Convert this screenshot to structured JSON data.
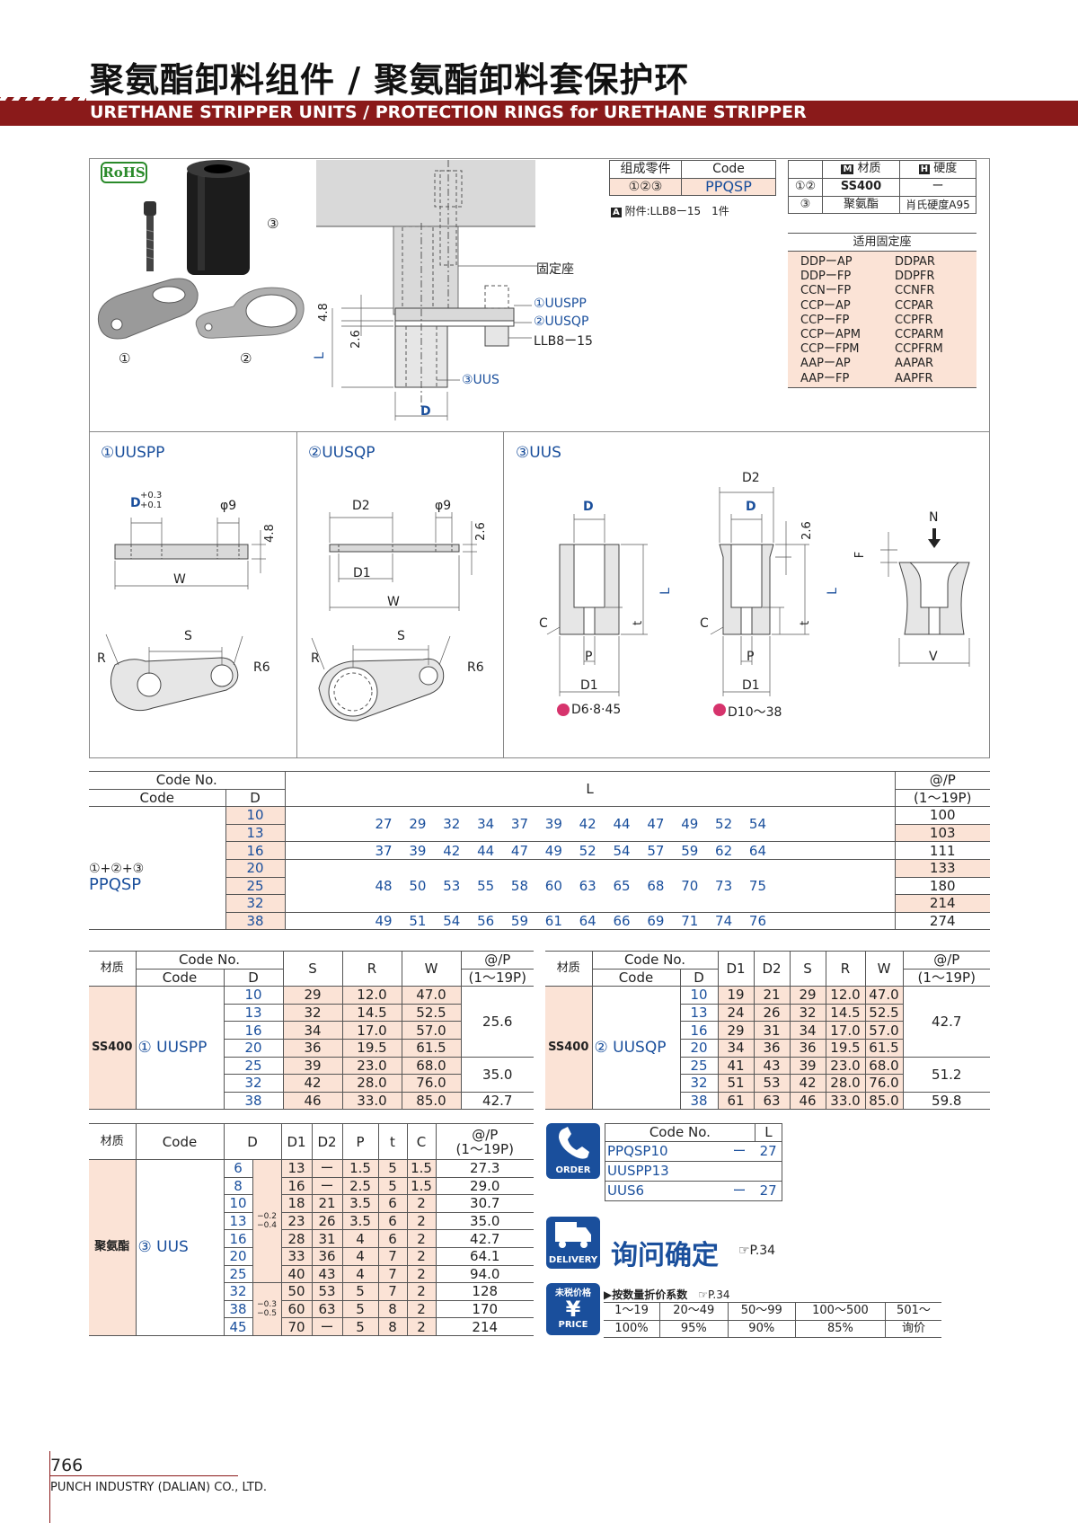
{
  "header": {
    "title_cn": "聚氨酯卸料组件 / 聚氨酯卸料套保护环",
    "title_en": "URETHANE STRIPPER UNITS / PROTECTION RINGS for URETHANE STRIPPER"
  },
  "top": {
    "rohs": "RoHS",
    "photo_labels": [
      "③",
      "①",
      "②"
    ],
    "assembly_labels": {
      "base": "固定座",
      "p1": "①UUSPP",
      "p2": "②UUSQP",
      "bolt": "LLB8ー15",
      "p3": "③UUS",
      "dim_48": "4.8",
      "dim_26": "2.6",
      "dim_L": "L",
      "dim_D": "D"
    },
    "component_table": {
      "h1": "组成零件",
      "h2": "Code",
      "parts": "①②③",
      "code": "PPQSP",
      "note_icon": "A",
      "note": "附件:LLB8ー15　1件"
    },
    "material_table": {
      "h_m_icon": "M",
      "h_m": "材质",
      "h_h_icon": "H",
      "h_h": "硬度",
      "rows": [
        {
          "part": "①②",
          "mat": "SS400",
          "hard": "ー"
        },
        {
          "part": "③",
          "mat": "聚氨酯",
          "hard": "肖氏硬度A95"
        }
      ]
    },
    "base_table": {
      "title": "适用固定座",
      "left": [
        "DDPーAP",
        "DDPーFP",
        "CCNーFP",
        "CCPーAP",
        "CCPーFP",
        "CCPーAPM",
        "CCPーFPM",
        "AAPーAP",
        "AAPーFP"
      ],
      "right": [
        "DDPAR",
        "DDPFR",
        "CCNFR",
        "CCPAR",
        "CCPFR",
        "CCPARM",
        "CCPFRM",
        "AAPAR",
        "AAPFR"
      ]
    }
  },
  "drawings": {
    "uuspp": {
      "title": "①UUSPP",
      "D": "D",
      "tol_up": "+0.3",
      "tol_dn": "+0.1",
      "phi9": "φ9",
      "h": "4.8",
      "W": "W",
      "S": "S",
      "R": "R",
      "R6": "R6"
    },
    "uusqp": {
      "title": "②UUSQP",
      "D2": "D2",
      "D1": "D1",
      "phi9": "φ9",
      "h": "2.6",
      "W": "W",
      "S": "S",
      "R": "R",
      "R6": "R6"
    },
    "uus": {
      "title": "③UUS",
      "D": "D",
      "D2": "D2",
      "D1": "D1",
      "L": "L",
      "C": "C",
      "P": "P",
      "t": "t",
      "F": "F",
      "N": "N",
      "V": "V",
      "h": "2.6",
      "note1": "D6·8·45",
      "note2": "D10～38"
    }
  },
  "main_table": {
    "h_codeno": "Code No.",
    "h_code": "Code",
    "h_D": "D",
    "h_L": "L",
    "h_price": "@/P",
    "h_price2": "(1～19P)",
    "label1": "①+②+③",
    "label2": "PPQSP",
    "D": [
      "10",
      "13",
      "16",
      "20",
      "25",
      "32",
      "38"
    ],
    "price": [
      "100",
      "103",
      "111",
      "133",
      "180",
      "214",
      "274"
    ],
    "L1": [
      "27",
      "29",
      "32",
      "34",
      "37",
      "39",
      "42",
      "44",
      "47",
      "49",
      "52",
      "54"
    ],
    "L2": [
      "37",
      "39",
      "42",
      "44",
      "47",
      "49",
      "52",
      "54",
      "57",
      "59",
      "62",
      "64"
    ],
    "L3": [
      "48",
      "50",
      "53",
      "55",
      "58",
      "60",
      "63",
      "65",
      "68",
      "70",
      "73",
      "75"
    ],
    "L4": [
      "49",
      "51",
      "54",
      "56",
      "59",
      "61",
      "64",
      "66",
      "69",
      "71",
      "74",
      "76"
    ]
  },
  "uuspp_table": {
    "h_mat": "材质",
    "h_codeno": "Code No.",
    "h_code": "Code",
    "h_D": "D",
    "h_S": "S",
    "h_R": "R",
    "h_W": "W",
    "h_price": "@/P",
    "h_price2": "(1～19P)",
    "mat": "SS400",
    "code": "① UUSPP",
    "rows": [
      [
        "10",
        "29",
        "12.0",
        "47.0"
      ],
      [
        "13",
        "32",
        "14.5",
        "52.5"
      ],
      [
        "16",
        "34",
        "17.0",
        "57.0"
      ],
      [
        "20",
        "36",
        "19.5",
        "61.5"
      ],
      [
        "25",
        "39",
        "23.0",
        "68.0"
      ],
      [
        "32",
        "42",
        "28.0",
        "76.0"
      ],
      [
        "38",
        "46",
        "33.0",
        "85.0"
      ]
    ],
    "prices": [
      "25.6",
      "35.0",
      "42.7"
    ]
  },
  "uusqp_table": {
    "h_mat": "材质",
    "h_codeno": "Code No.",
    "h_code": "Code",
    "h_D": "D",
    "h_D1": "D1",
    "h_D2": "D2",
    "h_S": "S",
    "h_R": "R",
    "h_W": "W",
    "h_price": "@/P",
    "h_price2": "(1～19P)",
    "mat": "SS400",
    "code": "② UUSQP",
    "rows": [
      [
        "10",
        "19",
        "21",
        "29",
        "12.0",
        "47.0"
      ],
      [
        "13",
        "24",
        "26",
        "32",
        "14.5",
        "52.5"
      ],
      [
        "16",
        "29",
        "31",
        "34",
        "17.0",
        "57.0"
      ],
      [
        "20",
        "34",
        "36",
        "36",
        "19.5",
        "61.5"
      ],
      [
        "25",
        "41",
        "43",
        "39",
        "23.0",
        "68.0"
      ],
      [
        "32",
        "51",
        "53",
        "42",
        "28.0",
        "76.0"
      ],
      [
        "38",
        "61",
        "63",
        "46",
        "33.0",
        "85.0"
      ]
    ],
    "prices": [
      "42.7",
      "51.2",
      "59.8"
    ]
  },
  "uus_table": {
    "h_mat": "材质",
    "h_code": "Code",
    "h_D": "D",
    "h_D1": "D1",
    "h_D2": "D2",
    "h_P": "P",
    "h_t": "t",
    "h_C": "C",
    "h_price": "@/P",
    "h_price2": "(1～19P)",
    "mat": "聚氨酯",
    "code": "③ UUS",
    "tol1_up": "−0.2",
    "tol1_dn": "−0.4",
    "tol2_up": "−0.3",
    "tol2_dn": "−0.5",
    "rows": [
      [
        "6",
        "13",
        "ー",
        "1.5",
        "5",
        "1.5",
        "27.3"
      ],
      [
        "8",
        "16",
        "ー",
        "2.5",
        "5",
        "1.5",
        "29.0"
      ],
      [
        "10",
        "18",
        "21",
        "3.5",
        "6",
        "2",
        "30.7"
      ],
      [
        "13",
        "23",
        "26",
        "3.5",
        "6",
        "2",
        "35.0"
      ],
      [
        "16",
        "28",
        "31",
        "4",
        "6",
        "2",
        "42.7"
      ],
      [
        "20",
        "33",
        "36",
        "4",
        "7",
        "2",
        "64.1"
      ],
      [
        "25",
        "40",
        "43",
        "4",
        "7",
        "2",
        "94.0"
      ],
      [
        "32",
        "50",
        "53",
        "5",
        "7",
        "2",
        "128"
      ],
      [
        "38",
        "60",
        "63",
        "5",
        "8",
        "2",
        "170"
      ],
      [
        "45",
        "70",
        "ー",
        "5",
        "8",
        "2",
        "214"
      ]
    ]
  },
  "order": {
    "icon_label": "ORDER",
    "h_codeno": "Code No.",
    "h_L": "L",
    "rows": [
      {
        "code": "PPQSP10",
        "dash": "ー",
        "L": "27"
      },
      {
        "code": "UUSPP13",
        "dash": "",
        "L": ""
      },
      {
        "code": "UUS6",
        "dash": "ー",
        "L": "27"
      }
    ]
  },
  "delivery": {
    "icon_label": "DELIVERY",
    "text": "询问确定",
    "ref": "☞P.34"
  },
  "price": {
    "icon_top": "未税价格",
    "icon_label": "PRICE",
    "title": "▶按数量折价系数",
    "ref": "☞P.34",
    "qty": [
      "1～19",
      "20～49",
      "50～99",
      "100～500",
      "501～"
    ],
    "rate": [
      "100%",
      "95%",
      "90%",
      "85%",
      "询价"
    ]
  },
  "footer": {
    "page": "766",
    "company": "PUNCH INDUSTRY (DALIAN) CO., LTD."
  }
}
